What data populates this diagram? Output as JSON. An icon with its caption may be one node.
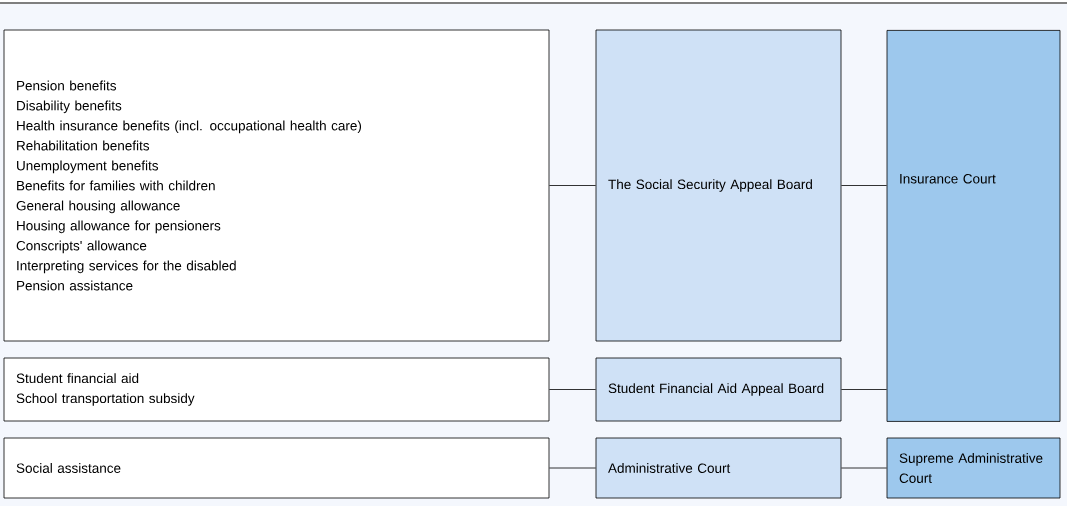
{
  "diagram": {
    "nodes": [
      {
        "text": [
          "Pension benefits",
          "Disability benefits",
          "Health insurance benefits (incl. occupational health care)",
          "Rehabilitation benefits",
          "Unemployment benefits",
          "Benefits for families with children",
          "General housing allowance",
          "Housing allowance for pensioners",
          "Conscripts' allowance",
          "Interpreting services for the disabled",
          "Pension assistance"
        ]
      },
      {
        "text": [
          "The Social Security Appeal Board"
        ]
      },
      {
        "text": [
          "Insurance Court"
        ]
      },
      {
        "text": [
          "Student financial aid",
          "School transportation subsidy"
        ]
      },
      {
        "text": [
          "Student Financial Aid Appeal Board"
        ]
      },
      {
        "text": [
          "Social assistance"
        ]
      },
      {
        "text": [
          "Administrative Court"
        ]
      },
      {
        "text": [
          "Supreme Administrative Court"
        ]
      }
    ],
    "edges": [
      {
        "from": 0,
        "to": 1,
        "arrow": "none"
      },
      {
        "from": 1,
        "to": 2,
        "arrow": "none"
      },
      {
        "from": 3,
        "to": 4,
        "arrow": "none"
      },
      {
        "from": 4,
        "to": 2,
        "arrow": "none"
      },
      {
        "from": 5,
        "to": 6,
        "arrow": "none"
      },
      {
        "from": 6,
        "to": 7,
        "arrow": "none"
      }
    ]
  }
}
